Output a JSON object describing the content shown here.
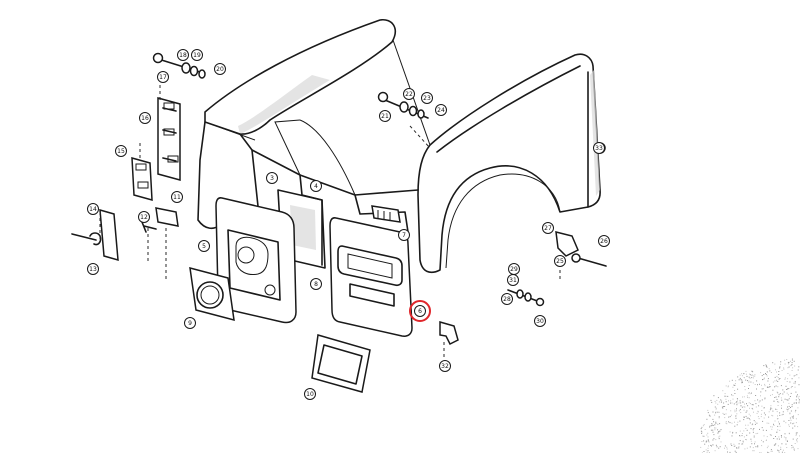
{
  "diagram": {
    "callouts": [
      {
        "id": "c3",
        "label": "3"
      },
      {
        "id": "c4",
        "label": "4"
      },
      {
        "id": "c5",
        "label": "5"
      },
      {
        "id": "c6",
        "label": "6"
      },
      {
        "id": "c7",
        "label": "7"
      },
      {
        "id": "c8",
        "label": "8"
      },
      {
        "id": "c9",
        "label": "9"
      },
      {
        "id": "c10",
        "label": "10"
      },
      {
        "id": "c11",
        "label": "11"
      },
      {
        "id": "c12",
        "label": "12"
      },
      {
        "id": "c13",
        "label": "13"
      },
      {
        "id": "c14",
        "label": "14"
      },
      {
        "id": "c15",
        "label": "15"
      },
      {
        "id": "c16",
        "label": "16"
      },
      {
        "id": "c17",
        "label": "17"
      },
      {
        "id": "c18",
        "label": "18"
      },
      {
        "id": "c19",
        "label": "19"
      },
      {
        "id": "c20",
        "label": "20"
      },
      {
        "id": "c21",
        "label": "21"
      },
      {
        "id": "c22",
        "label": "22"
      },
      {
        "id": "c23",
        "label": "23"
      },
      {
        "id": "c24",
        "label": "24"
      },
      {
        "id": "c25",
        "label": "25"
      },
      {
        "id": "c26",
        "label": "26"
      },
      {
        "id": "c27",
        "label": "27"
      },
      {
        "id": "c28",
        "label": "28"
      },
      {
        "id": "c29",
        "label": "29"
      },
      {
        "id": "c30",
        "label": "30"
      },
      {
        "id": "c31",
        "label": "31"
      },
      {
        "id": "c32",
        "label": "32"
      },
      {
        "id": "c33",
        "label": "33"
      }
    ],
    "highlight": {
      "callout": "6",
      "color": "#e0262b"
    }
  }
}
